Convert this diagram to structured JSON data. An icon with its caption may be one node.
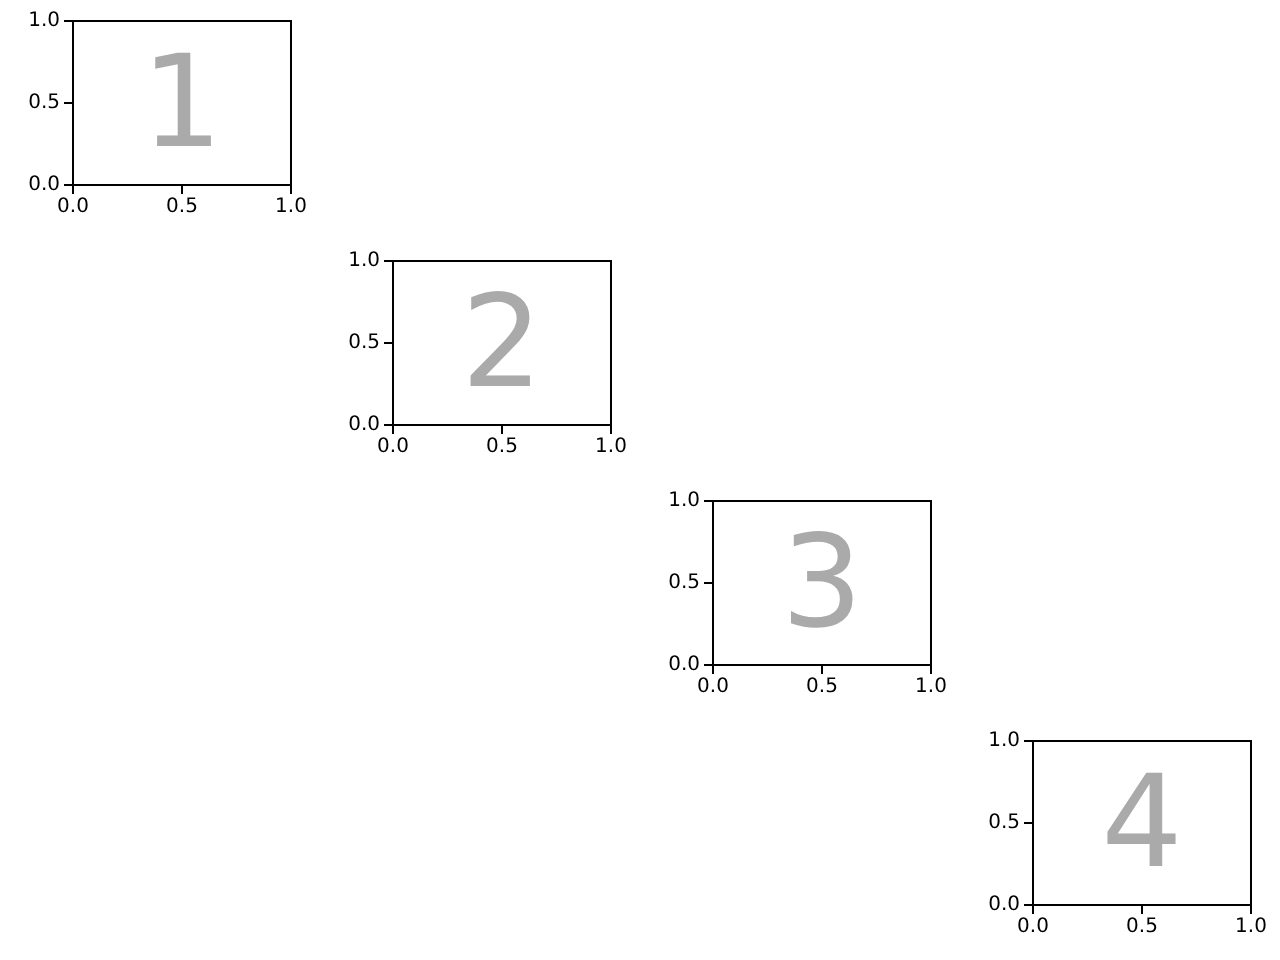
{
  "diagram": {
    "nodes": [
      {
        "text": [
          "1"
        ],
        "beside": [
          "1.0",
          "0.5",
          "0.0",
          "0.0",
          "0.5",
          "1.0"
        ]
      },
      {
        "text": [
          "2"
        ],
        "beside": [
          "1.0",
          "0.5",
          "0.0",
          "0.0",
          "0.5",
          "1.0"
        ]
      },
      {
        "text": [
          "3"
        ],
        "beside": [
          "1.0",
          "0.5",
          "0.0",
          "0.0",
          "0.5",
          "1.0"
        ]
      },
      {
        "text": [
          "4"
        ],
        "beside": [
          "1.0",
          "0.5",
          "0.0",
          "0.0",
          "0.5",
          "1.0"
        ]
      }
    ]
  }
}
